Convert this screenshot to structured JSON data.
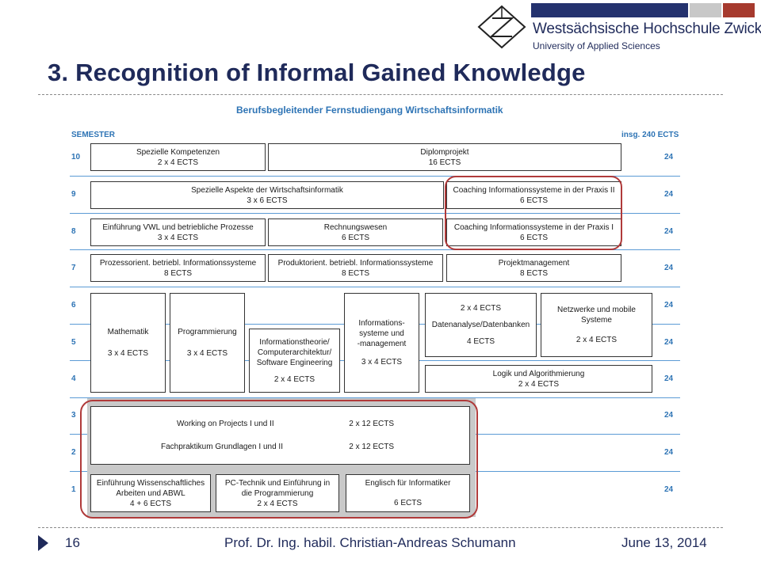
{
  "header": {
    "institution": "Westsächsische Hochschule Zwickau",
    "institution_sub": "University of Applied Sciences",
    "logo_colors": [
      "#24326e",
      "#c8c8c8",
      "#a63a2e"
    ]
  },
  "slide_title": "3. Recognition of Informal Gained Knowledge",
  "figure": {
    "title": "Berufsbegleitender Fernstudiengang Wirtschaftsinformatik",
    "semester_label": "SEMESTER",
    "total_label": "insg. 240 ECTS",
    "semesters": [
      "10",
      "9",
      "8",
      "7",
      "6",
      "5",
      "4",
      "3",
      "2",
      "1"
    ],
    "ects_per_semester": [
      "24",
      "24",
      "24",
      "24",
      "24",
      "24",
      "24",
      "24",
      "24",
      "24"
    ],
    "modules": {
      "spezielle_kompetenzen": [
        "Spezielle Kompetenzen",
        "2 x 4 ECTS"
      ],
      "diplomprojekt": [
        "Diplomprojekt",
        "16 ECTS"
      ],
      "spezielle_aspekte": [
        "Spezielle Aspekte der Wirtschaftsinformatik",
        "3 x 6 ECTS"
      ],
      "coaching_2": [
        "Coaching Informationssysteme in der Praxis II",
        "6 ECTS"
      ],
      "vwl": [
        "Einführung VWL und betriebliche Prozesse",
        "3 x 4 ECTS"
      ],
      "rechnungswesen": [
        "Rechnungswesen",
        "6 ECTS"
      ],
      "coaching_1": [
        "Coaching Informationssysteme in der Praxis I",
        "6 ECTS"
      ],
      "prozessorient": [
        "Prozessorient. betriebl. Informationssysteme",
        "8 ECTS"
      ],
      "produktorient": [
        "Produktorient. betriebl. Informationssysteme",
        "8 ECTS"
      ],
      "projektmanagement": [
        "Projektmanagement",
        "8 ECTS"
      ],
      "mathematik": [
        "Mathematik",
        "3 x 4 ECTS"
      ],
      "programmierung": [
        "Programmierung",
        "3 x 4 ECTS"
      ],
      "info_theorie": [
        "Informationstheorie/",
        "Computerarchitektur/",
        "Software Engineering",
        "2 x 4 ECTS"
      ],
      "info_systeme": [
        "Informations-",
        "systeme und",
        "-management",
        "3 x 4 ECTS"
      ],
      "datenanalyse": [
        "2 x 4 ECTS",
        "Datenanalyse/Datenbanken",
        "4 ECTS"
      ],
      "netzwerke": [
        "Netzwerke und mobile",
        "Systeme",
        "2 x 4 ECTS"
      ],
      "logik": [
        "Logik und Algorithmierung",
        "2 x 4 ECTS"
      ],
      "projects": [
        "Working on Projects I und II",
        "2 x 12 ECTS",
        "Fachpraktikum Grundlagen I und II",
        "2 x 12 ECTS"
      ],
      "wiss_arbeiten": [
        "Einführung Wissenschaftliches",
        "Arbeiten und ABWL",
        "4 + 6 ECTS"
      ],
      "pc_technik": [
        "PC-Technik und Einführung in",
        "die Programmierung",
        "2 x 4 ECTS"
      ],
      "englisch": [
        "Englisch für Informatiker",
        "6 ECTS"
      ]
    }
  },
  "footer": {
    "page_number": "16",
    "author": "Prof. Dr. Ing. habil. Christian-Andreas Schumann",
    "date": "June 13, 2014"
  }
}
